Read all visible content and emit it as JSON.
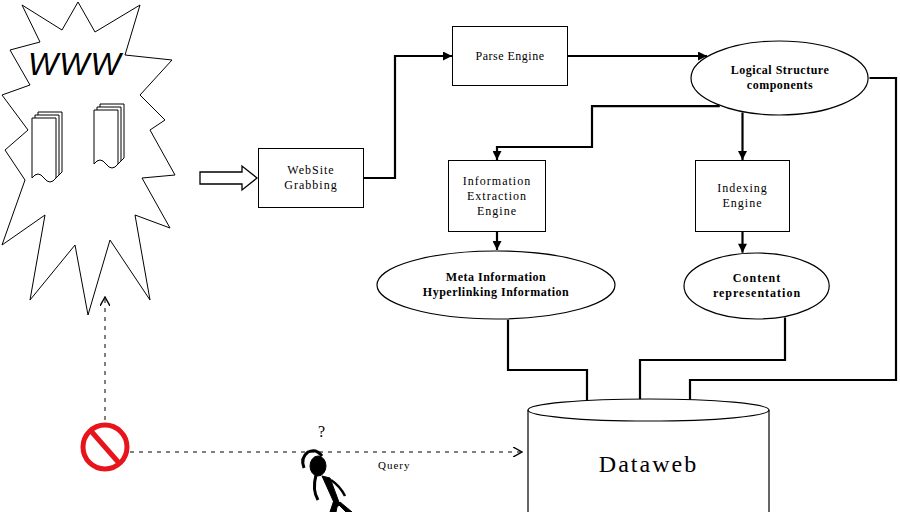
{
  "diagram": {
    "nodes": [
      {
        "text": [
          "WWW"
        ]
      },
      {
        "text": [
          "WebSite Grabbing"
        ]
      },
      {
        "text": [
          "Parse Engine"
        ]
      },
      {
        "text": [
          "Logical Structure components"
        ]
      },
      {
        "text": [
          "Information Extraction Engine"
        ]
      },
      {
        "text": [
          "Indexing Engine"
        ]
      },
      {
        "text": [
          "Meta Information Hyperlinking Information"
        ]
      },
      {
        "text": [
          "Content representation"
        ]
      },
      {
        "text": [
          "Dataweb"
        ]
      }
    ],
    "edges": [
      {
        "from": 0,
        "to": 1,
        "arrow": "to"
      },
      {
        "from": 1,
        "to": 2,
        "arrow": "to"
      },
      {
        "from": 2,
        "to": 3,
        "arrow": "to"
      },
      {
        "from": 3,
        "to": 4,
        "arrow": "to"
      },
      {
        "from": 3,
        "to": 5,
        "arrow": "to"
      },
      {
        "from": 4,
        "to": 6,
        "arrow": "to"
      },
      {
        "from": 5,
        "to": 7,
        "arrow": "to"
      },
      {
        "from": 6,
        "to": 8,
        "arrow": "to"
      },
      {
        "from": 7,
        "to": 8,
        "arrow": "to"
      },
      {
        "from": 3,
        "to": 8,
        "arrow": "to"
      }
    ],
    "labels": [
      "?",
      "Query"
    ]
  }
}
